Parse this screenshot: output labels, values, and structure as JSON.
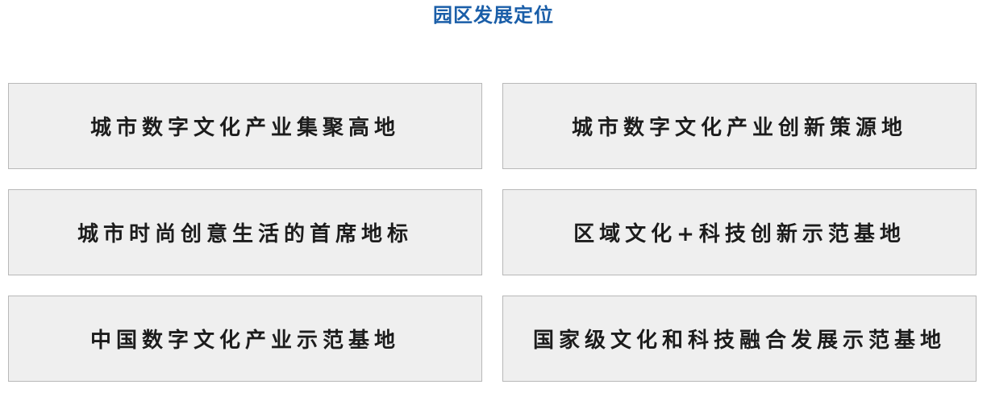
{
  "title": "园区发展定位",
  "positions": [
    {
      "label": "城市数字文化产业集聚高地"
    },
    {
      "label": "城市数字文化产业创新策源地"
    },
    {
      "label": "城市时尚创意生活的首席地标"
    },
    {
      "label": "区域文化+科技创新示范基地"
    },
    {
      "label": "中国数字文化产业示范基地"
    },
    {
      "label": "国家级文化和科技融合发展示范基地"
    }
  ]
}
